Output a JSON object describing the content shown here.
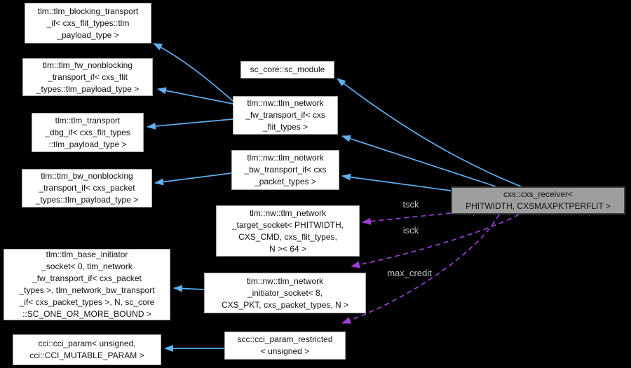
{
  "colors": {
    "background": "#000000",
    "inheritance_edge": "#5fb0f1",
    "usage_edge": "#9e3fd3",
    "node_fill": "#ffffff",
    "node_border": "#a7a7a7",
    "node_text": "#111111",
    "highlight_fill": "#9e9e9e",
    "highlight_border": "#3e3e3e",
    "edge_label_text": "#c3c3c3"
  },
  "nodes": {
    "blocking": {
      "label": "tlm::tlm_blocking_transport\n_if< cxs_flit_types::tlm\n_payload_type >"
    },
    "fw_nonblocking": {
      "label": "tlm::tlm_fw_nonblocking\n_transport_if< cxs_flit\n_types::tlm_payload_type >"
    },
    "transport_dbg": {
      "label": "tlm::tlm_transport\n_dbg_if< cxs_flit_types\n::tlm_payload_type >"
    },
    "bw_nonblocking": {
      "label": "tlm::tlm_bw_nonblocking\n_transport_if< cxs_packet\n_types::tlm_payload_type >"
    },
    "base_initiator": {
      "label": "tlm::tlm_base_initiator\n_socket< 0, tlm_network\n_fw_transport_if< cxs_packet\n_types >, tlm_network_bw_transport\n_if< cxs_packet_types >, N, sc_core\n::SC_ONE_OR_MORE_BOUND >"
    },
    "cci_param": {
      "label": "cci::cci_param< unsigned,\ncci::CCI_MUTABLE_PARAM >"
    },
    "sc_module": {
      "label": "sc_core::sc_module"
    },
    "fw_transport": {
      "label": "tlm::nw::tlm_network\n_fw_transport_if< cxs\n_flit_types >"
    },
    "bw_transport": {
      "label": "tlm::nw::tlm_network\n_bw_transport_if< cxs\n_packet_types >"
    },
    "target_socket": {
      "label": "tlm::nw::tlm_network\n_target_socket< PHITWIDTH,\nCXS_CMD, cxs_flit_types,\nN >< 64 >"
    },
    "initiator_socket": {
      "label": "tlm::nw::tlm_network\n_initiator_socket< 8,\nCXS_PKT, cxs_packet_types, N >"
    },
    "cci_param_restricted": {
      "label": "scc::cci_param_restricted\n< unsigned >"
    },
    "receiver": {
      "label": "cxs::cxs_receiver<\nPHITWIDTH, CXSMAXPKTPERFLIT >"
    }
  },
  "edge_labels": {
    "tsck": "tsck",
    "isck": "isck",
    "max_credit": "max_credit"
  }
}
